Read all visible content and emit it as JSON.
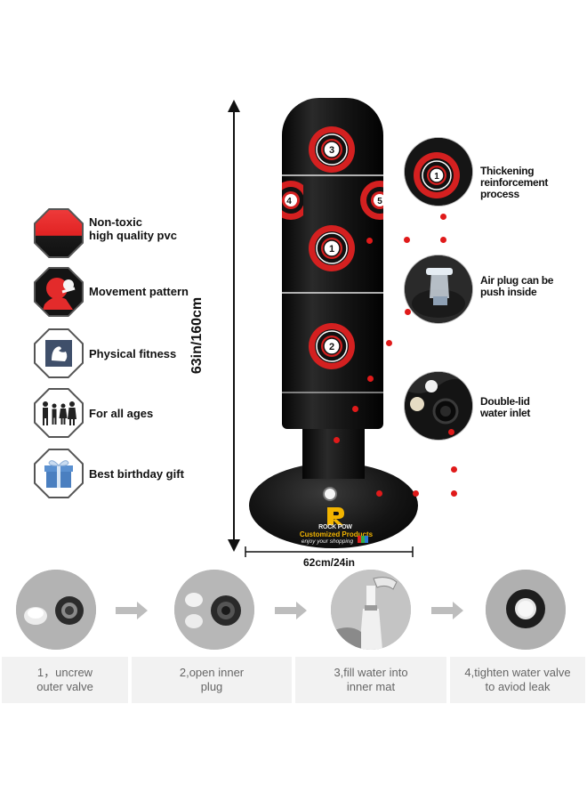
{
  "features": [
    {
      "icon": "pvc-swatch-icon",
      "label": "Non-toxic\nhigh quality pvc"
    },
    {
      "icon": "boxer-head-icon",
      "label": "Movement pattern"
    },
    {
      "icon": "muscle-arm-icon",
      "label": "Physical fitness"
    },
    {
      "icon": "family-icon",
      "label": "For all ages"
    },
    {
      "icon": "gift-box-icon",
      "label": "Best birthday gift"
    }
  ],
  "dimensions": {
    "height": "63in/160cm",
    "width": "62cm/24in"
  },
  "bag": {
    "target_numbers": [
      "3",
      "4",
      "5",
      "1",
      "2"
    ],
    "brand_name": "ROCK POW",
    "brand_tagline": "Customized Products",
    "brand_slogan": "enjoy your shopping",
    "colors": {
      "body": "#0a0a0a",
      "target_red": "#d42020",
      "accent_gold": "#f2b400"
    }
  },
  "callouts": [
    {
      "icon": "target-closeup-icon",
      "label": "Thickening\nreinforcement process",
      "target_number": "1"
    },
    {
      "icon": "air-plug-icon",
      "label": "Air plug can be\npush inside"
    },
    {
      "icon": "water-inlet-icon",
      "label": "Double-lid\nwater inlet"
    }
  ],
  "steps": [
    {
      "label": "1，uncrew\nouter valve"
    },
    {
      "label": "2,open inner\nplug"
    },
    {
      "label": "3,fill water into\ninner mat"
    },
    {
      "label": "4,tighten water valve\nto aviod leak"
    }
  ]
}
